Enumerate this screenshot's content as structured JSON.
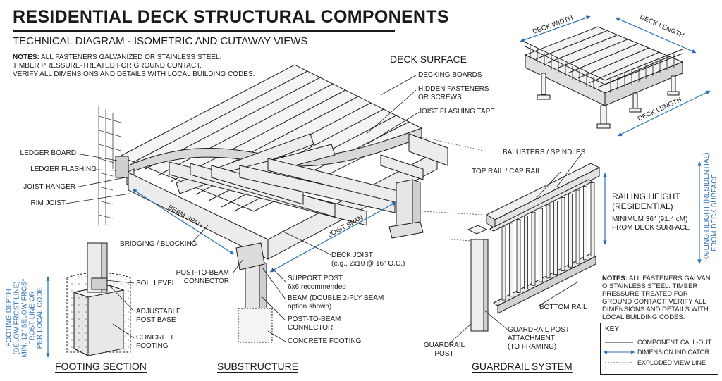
{
  "header": {
    "title": "RESIDENTIAL DECK STRUCTURAL COMPONENTS",
    "subtitle": "TECHNICAL DIAGRAM - ISOMETRIC AND CUTAWAY VIEWS"
  },
  "notes_top": {
    "prefix": "NOTES:",
    "line1": " ALL FASTENERS GALVANIZED OR STAINLESS STEEL.",
    "line2": "TIMBER PRESSURE-TREATED FOR GROUND CONTACT.",
    "line3": "VERIFY ALL DIMENSIONS AND DETAILS WITH LOCAL BUILDING CODES."
  },
  "deck_surface": {
    "heading": "DECK SURFACE",
    "decking_boards": "DECKING BOARDS",
    "hidden_fasteners_1": "HIDDEN FASTENERS",
    "hidden_fasteners_2": "OR SCREWS",
    "flashing_tape": "JOIST FLASHING TAPE"
  },
  "ledger_labels": {
    "ledger_board": "LEDGER BOARD",
    "ledger_flashing": "LEDGER FLASHING",
    "joist_hanger": "JOIST HANGER",
    "rim_joist": "RIM JOIST"
  },
  "substructure": {
    "heading": "SUBSTRUCTURE",
    "beam_span": "BEAM SPAN",
    "joist_span": "JOIST SPAN",
    "bridging": "BRIDGING / BLOCKING",
    "deck_joist": "DECK JOIST",
    "deck_joist_sub": "(e.g., 2x10 @ 16\" O.C.)",
    "post_to_beam_1": "POST-TO-BEAM",
    "post_to_beam_2": "CONNECTOR",
    "support_post": "SUPPORT POST",
    "support_post_sub": "6x6 recommended",
    "beam": "BEAM (DOUBLE 2-PLY BEAM",
    "beam_sub": "option shown)",
    "post_to_beam_b1": "POST-TO-BEAM",
    "post_to_beam_b2": "CONNECTOR",
    "concrete_footing": "CONCRETE FOOTING"
  },
  "footing": {
    "heading": "FOOTING SECTION",
    "soil_level": "SOIL LEVEL",
    "post_base_1": "ADJUSTABLE",
    "post_base_2": "POST BASE",
    "footing_1": "CONCRETE",
    "footing_2": "FOOTING",
    "depth_1": "FOOTING DEPTH",
    "depth_2": "(BELOW FROST LINE)",
    "depth_3": "MIN. 12\" BELOW FROS*",
    "depth_4": "FROST LINE OR",
    "depth_5": "PER LOCAL CODE"
  },
  "iso_view": {
    "deck_width": "DECK WIDTH",
    "deck_length_top": "DECK LENGTH",
    "deck_length_bottom": "DECK LENGTH"
  },
  "guardrail": {
    "heading": "GUARDRAIL SYSTEM",
    "balusters": "BALUSTERS / SPINDLES",
    "top_rail": "TOP RAIL / CAP RAIL",
    "railing_height_1": "RAILING HEIGHT",
    "railing_height_2": "(RESIDENTIAL)",
    "railing_min_1": "MINIMUM 36\" (91.4 cM)",
    "railing_min_2": "FROM DECK SURFACE",
    "railing_vert_1": "RAILING HEIGHT (RESIDENTIAL)",
    "railing_vert_2": "FROM DECK SURFACE",
    "bottom_rail": "BOTTOM RAIL",
    "post_attach_1": "GUARDRAIL POST",
    "post_attach_2": "ATTACHMENT",
    "post_attach_3": "(TO FRAMING)",
    "guardrail_post_1": "GUARDRAIL",
    "guardrail_post_2": "POST"
  },
  "notes_side": {
    "prefix": "NOTES:",
    "text": " ALL FASTENERS GALVAN O STAINLESS STEEL. TIMBER PRESSURE-TREATED FOR GROUND CONTACT. VERIFY ALL DIMENSIONS AND DETAILS WITH LOCAL BUILDING CODES."
  },
  "key": {
    "title": "KEY",
    "callout": "COMPONENT CALL-OUT",
    "dimension": "DIMENSION INDICATOR",
    "exploded": "EXPLODED VIEW LINE"
  },
  "colors": {
    "ink": "#1a1a1a",
    "dimension": "#2a6fb5",
    "wood_light": "#f2f2f2",
    "wood_mid": "#dcdcdc"
  }
}
